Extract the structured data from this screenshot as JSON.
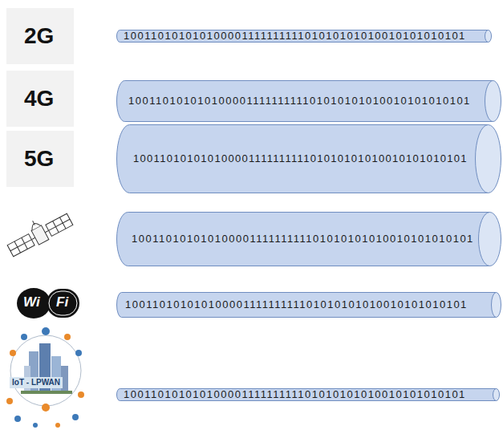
{
  "diagram": {
    "nodes": [
      {
        "text": [
          "2G"
        ]
      },
      {
        "text": [
          "10011010101010000111111111101010101010010101010101"
        ]
      },
      {
        "text": [
          "4G"
        ]
      },
      {
        "text": [
          "10011010101010000111111111101010101010010101010101"
        ]
      },
      {
        "text": [
          "5G"
        ]
      },
      {
        "text": [
          "10011010101010000111111111101010101010010101010101"
        ]
      },
      {
        "text": [
          "10011010101010000111111111101010101010010101010101"
        ]
      },
      {
        "text": [
          "10011010101010000111111111101010101010010101010101"
        ]
      },
      {
        "text": [
          "10011010101010000111111111101010101010010101010101"
        ]
      }
    ],
    "labels": [
      "Wi",
      "Fi",
      "IoT - LPWAN"
    ]
  }
}
